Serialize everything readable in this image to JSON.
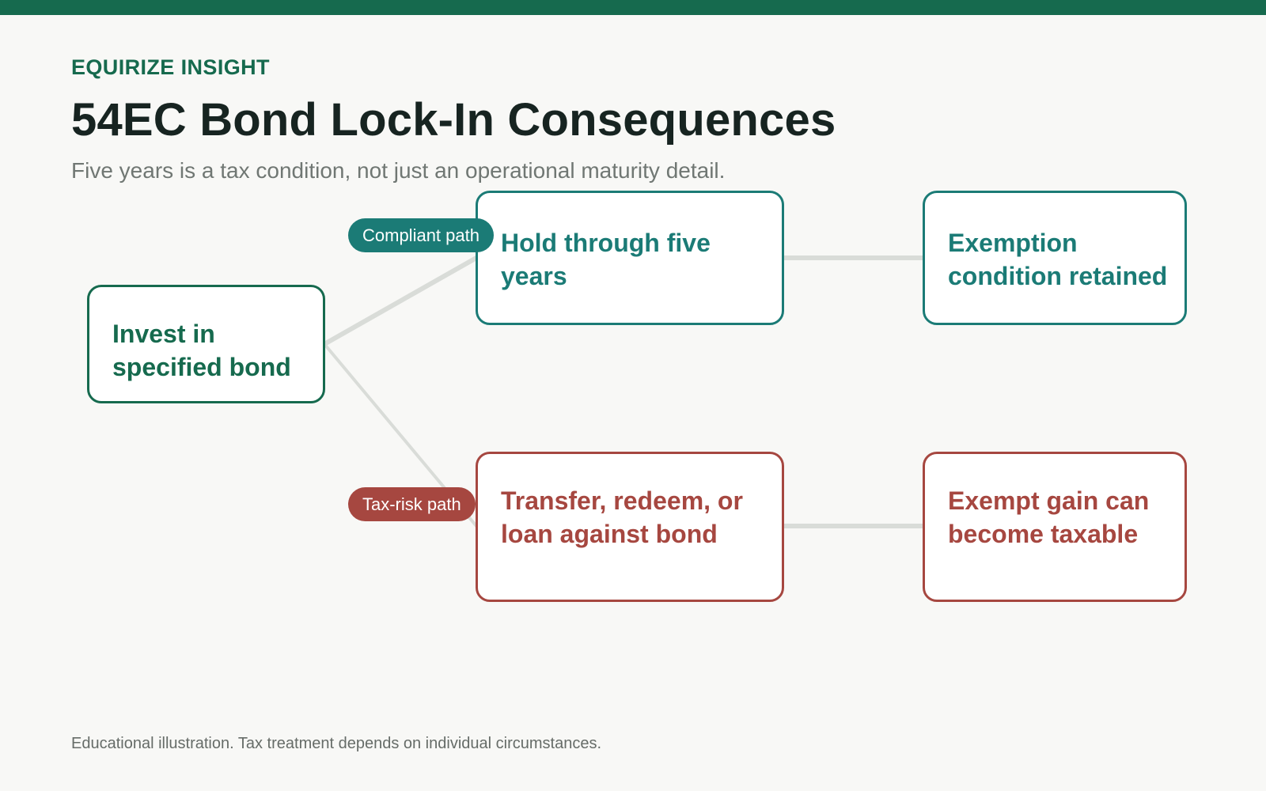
{
  "colors": {
    "brand_green": "#166a4e",
    "teal": "#1b7b76",
    "risk_red": "#a64740",
    "connector_gray": "#d9dcd8",
    "background": "#f8f8f6"
  },
  "header": {
    "brand": "EQUIRIZE INSIGHT",
    "title": "54EC Bond Lock-In Consequences",
    "subtitle": "Five years is a tax condition, not just an operational maturity detail."
  },
  "diagram": {
    "start": "Invest in specified bond",
    "compliant": {
      "label": "Compliant path",
      "step": "Hold through five years",
      "outcome": "Exemption condition retained"
    },
    "risk": {
      "label": "Tax-risk path",
      "step": "Transfer, redeem, or loan against bond",
      "outcome": "Exempt gain can become taxable"
    }
  },
  "footer": {
    "note": "Educational illustration. Tax treatment depends on individual circumstances."
  }
}
